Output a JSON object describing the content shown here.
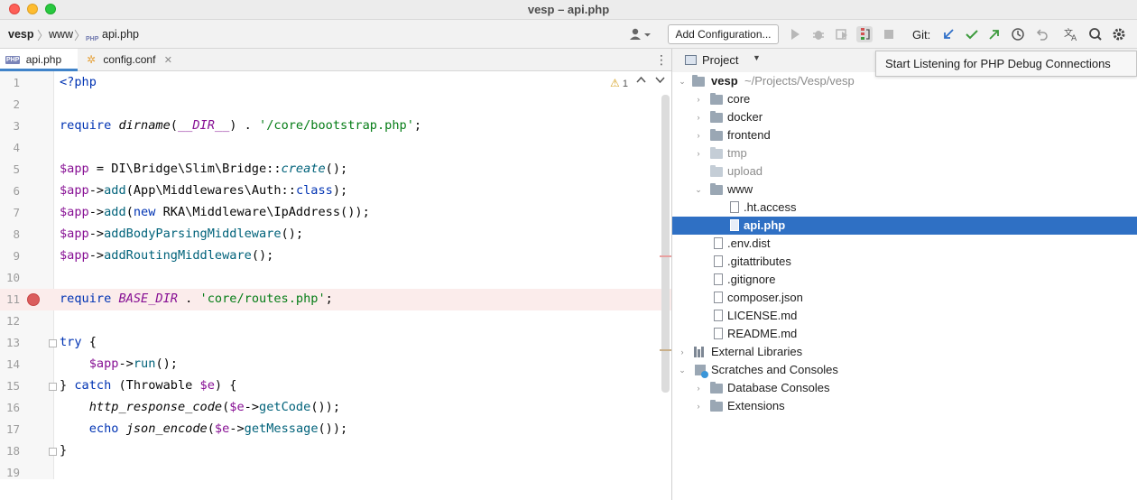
{
  "window": {
    "title": "vesp – api.php"
  },
  "breadcrumb": {
    "items": [
      "vesp",
      "www",
      "api.php"
    ],
    "file_badge": "PHP"
  },
  "toolbar": {
    "add_configuration": "Add Configuration...",
    "git_label": "Git:",
    "icons": [
      "run-icon",
      "debug-icon",
      "coverage-icon",
      "php-debug-listen-icon",
      "stop-icon",
      "git-update-icon",
      "git-commit-icon",
      "git-push-icon",
      "history-icon",
      "rollback-icon",
      "translate-icon",
      "search-icon",
      "settings-icon"
    ]
  },
  "tabs": [
    {
      "label": "api.php",
      "badge": "PHP",
      "active": true,
      "close": "✕"
    },
    {
      "label": "config.conf",
      "active": false,
      "close": "✕"
    }
  ],
  "editor": {
    "warnings_count": "1",
    "warn_glyph": "⚠",
    "lines": [
      {
        "n": "1",
        "code": "<?php"
      },
      {
        "n": "2",
        "code": ""
      },
      {
        "n": "3",
        "code": "require dirname(__DIR__) . '/core/bootstrap.php';"
      },
      {
        "n": "4",
        "code": ""
      },
      {
        "n": "5",
        "code": "$app = DI\\Bridge\\Slim\\Bridge::create();"
      },
      {
        "n": "6",
        "code": "$app->add(App\\Middlewares\\Auth::class);"
      },
      {
        "n": "7",
        "code": "$app->add(new RKA\\Middleware\\IpAddress());"
      },
      {
        "n": "8",
        "code": "$app->addBodyParsingMiddleware();"
      },
      {
        "n": "9",
        "code": "$app->addRoutingMiddleware();"
      },
      {
        "n": "10",
        "code": ""
      },
      {
        "n": "11",
        "code": "require BASE_DIR . 'core/routes.php';"
      },
      {
        "n": "12",
        "code": ""
      },
      {
        "n": "13",
        "code": "try {"
      },
      {
        "n": "14",
        "code": "    $app->run();"
      },
      {
        "n": "15",
        "code": "} catch (Throwable $e) {"
      },
      {
        "n": "16",
        "code": "    http_response_code($e->getCode());"
      },
      {
        "n": "17",
        "code": "    echo json_encode($e->getMessage());"
      },
      {
        "n": "18",
        "code": "}"
      },
      {
        "n": "19",
        "code": ""
      }
    ]
  },
  "project": {
    "title": "Project",
    "tooltip": "Start Listening for PHP Debug Connections",
    "root": {
      "name": "vesp",
      "path": "~/Projects/Vesp/vesp"
    },
    "tree": [
      {
        "label": "core"
      },
      {
        "label": "docker"
      },
      {
        "label": "frontend"
      },
      {
        "label": "tmp"
      },
      {
        "label": "upload"
      },
      {
        "label": "www"
      },
      {
        "label": ".ht.access"
      },
      {
        "label": "api.php"
      },
      {
        "label": ".env.dist"
      },
      {
        "label": ".gitattributes"
      },
      {
        "label": ".gitignore"
      },
      {
        "label": "composer.json"
      },
      {
        "label": "LICENSE.md"
      },
      {
        "label": "README.md"
      },
      {
        "label": "External Libraries"
      },
      {
        "label": "Scratches and Consoles"
      },
      {
        "label": "Database Consoles"
      },
      {
        "label": "Extensions"
      }
    ]
  }
}
